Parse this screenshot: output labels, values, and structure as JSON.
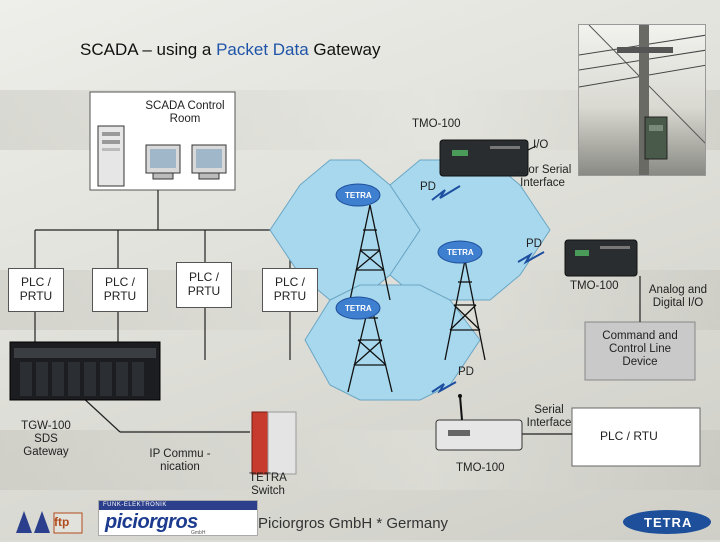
{
  "title": {
    "prefix": "SCADA – using a ",
    "highlight": "Packet Data",
    "suffix": " Gateway"
  },
  "control_room": {
    "label": "SCADA Control Room"
  },
  "tmo_top": {
    "label": "TMO-100"
  },
  "io_label": "I/O",
  "serial_interface_top": "… or Serial Interface",
  "pd_labels": [
    "PD",
    "PD",
    "PD"
  ],
  "tetra_cloud_text": "TETRA",
  "plc_prtu": [
    "PLC / PRTU",
    "PLC / PRTU",
    "PLC / PRTU",
    "PLC / PRTU"
  ],
  "tmo_mid": {
    "label": "TMO-100"
  },
  "analog_digital": "Analog and Digital I/O",
  "command_device": "Command and Control Line Device",
  "gateway": {
    "label": "TGW-100 SDS Gateway"
  },
  "ip_comm": "IP Commu -nication",
  "tetra_switch": "TETRA Switch",
  "serial_interface_bottom": "Serial Interface",
  "tmo_bottom": {
    "label": "TMO-100"
  },
  "plc_rtu": "PLC / RTU",
  "footer": "Piciorgros GmbH * Germany",
  "logos": {
    "brand_name": "piciorgros",
    "brand_banner": "FUNK-ELEKTRONIK",
    "brand_sub": "GmbH",
    "ftp": "ftp",
    "tetra": "TETRA"
  },
  "colors": {
    "title_highlight": "#1f55a8",
    "cloud": "#3f7fd0",
    "hexagon": "#a8d8ee",
    "photo_label": "#b14a1c"
  }
}
